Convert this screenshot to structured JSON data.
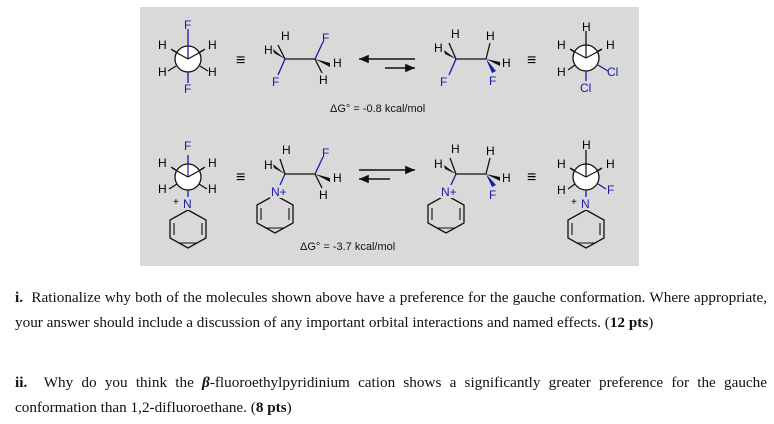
{
  "figure": {
    "row1": {
      "newman_left": {
        "top": "F",
        "left_upper": "H",
        "right_upper": "H",
        "left_lower": "H",
        "right_lower": "H",
        "bottom": "F"
      },
      "equiv": "≡",
      "sawhorse_gauche": {
        "labels": [
          "H",
          "H",
          "F",
          "F",
          "H",
          "H"
        ]
      },
      "sawhorse_anti": {
        "labels": [
          "H",
          "H",
          "H",
          "F",
          "H",
          "F"
        ]
      },
      "newman_right": {
        "top": "H",
        "left_upper": "H",
        "right_upper": "H",
        "left_lower": "H",
        "right_lower": "Cl",
        "bottom": "Cl"
      },
      "delta_g": "ΔG° = -0.8 kcal/mol"
    },
    "row2": {
      "newman_left": {
        "top": "F",
        "left_upper": "H",
        "right_upper": "H",
        "left_lower": "H",
        "right_lower": "H",
        "bottom": "N",
        "charge": "+"
      },
      "equiv": "≡",
      "sawhorse_gauche": {
        "labels": [
          "H",
          "H",
          "F",
          "H",
          "H",
          "N+"
        ]
      },
      "sawhorse_anti": {
        "labels": [
          "H",
          "H",
          "H",
          "F",
          "H",
          "N+"
        ]
      },
      "newman_right": {
        "top": "H",
        "left_upper": "H",
        "right_upper": "H",
        "left_lower": "H",
        "right_lower": "F",
        "bottom": "N",
        "charge": "+"
      },
      "delta_g": "ΔG° = -3.7 kcal/mol"
    },
    "colors": {
      "background": "#d9d9d9",
      "heteroatom": "#1a1aa6",
      "bond": "#111111"
    }
  },
  "questions": [
    {
      "label": "i.",
      "text": "Rationalize why both of the molecules shown above have a preference for the gauche conformation. Where appropriate, your answer should include a discussion of any important orbital interactions and named effects. (",
      "points": "12 pts",
      "close": ")"
    },
    {
      "label": "ii.",
      "text_before": "Why do you think the ",
      "beta": "β",
      "text_after": "-fluoroethylpyridinium cation shows a significantly greater preference for the gauche conformation than 1,2-difluoroethane. (",
      "points": "8 pts",
      "close": ")"
    }
  ]
}
